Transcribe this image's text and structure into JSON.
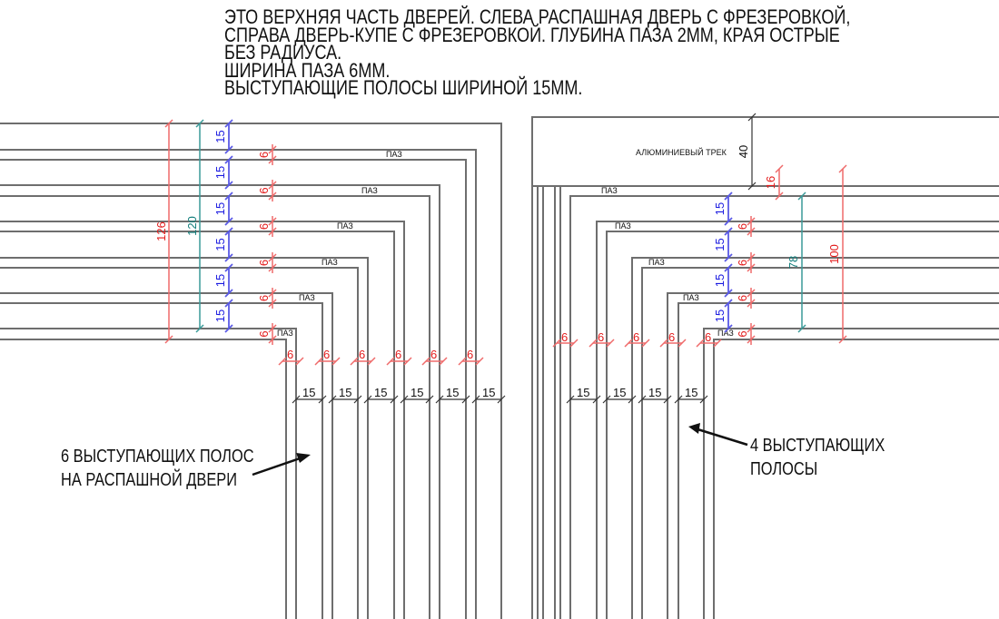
{
  "notes": {
    "title_lines": [
      "Это верхняя часть дверей. Слева распашная дверь с фрезеровкой,",
      "справа дверь-купе с фрезеровкой. Глубина паза 2мм, края острые",
      "без радиуса.",
      "Ширина паза 6мм.",
      "Выступающие полосы шириной 15мм."
    ],
    "left_callout": [
      "6 выступающих полос",
      "на распашной двери"
    ],
    "right_callout": [
      "4 выступающих",
      "полосы"
    ]
  },
  "labels": {
    "groove": "ПАЗ",
    "track": "АЛЮМИНИЕВЫЙ ТРЕК"
  },
  "left_door": {
    "strip_count": 6,
    "strip_width_mm": 15,
    "groove_width_mm": 6,
    "total_red_dim": "126",
    "total_teal_dim": "120",
    "strip_dim": "15",
    "groove_dim": "6"
  },
  "right_door": {
    "strip_count": 4,
    "strip_width_mm": 15,
    "groove_width_mm": 6,
    "track_height_dim": "40",
    "offset_dim": "16",
    "total_teal_dim": "78",
    "total_red_dim": "100",
    "strip_dim": "15",
    "groove_dim": "6"
  },
  "colors": {
    "dim_red": "#e31b1b",
    "dim_blue": "#1a1ae0",
    "dim_teal": "#127d7b",
    "line_gray": "#6e6e6e"
  }
}
